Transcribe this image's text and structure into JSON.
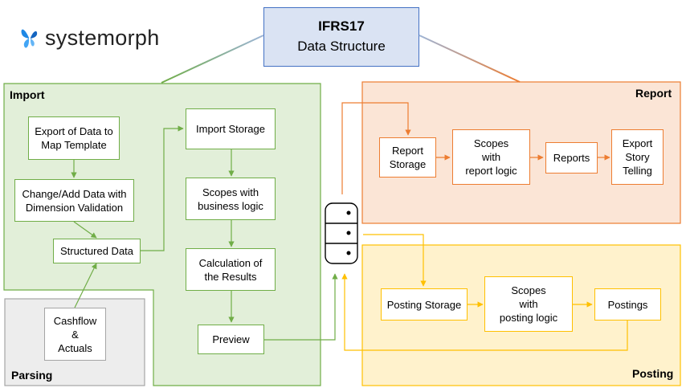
{
  "logo": {
    "text": "systemorph"
  },
  "title": {
    "line1": "IFRS17",
    "line2": "Data Structure"
  },
  "regions": {
    "import": "Import",
    "parsing": "Parsing",
    "report": "Report",
    "posting": "Posting"
  },
  "boxes": {
    "export_map": "Export of Data to\nMap Template",
    "change_add": "Change/Add Data with\nDimension Validation",
    "structured": "Structured Data",
    "cashflow": "Cashflow\n&\nActuals",
    "import_storage": "Import Storage",
    "scopes_business": "Scopes with\nbusiness logic",
    "calculation": "Calculation of\nthe Results",
    "preview": "Preview",
    "report_storage": "Report\nStorage",
    "scopes_report": "Scopes\nwith\nreport logic",
    "reports": "Reports",
    "export_story": "Export\nStory\nTelling",
    "posting_storage": "Posting Storage",
    "scopes_posting": "Scopes\nwith\nposting logic",
    "postings": "Postings"
  },
  "colors": {
    "import": "#70ad47",
    "import_fill": "#e2efd9",
    "parsing": "#a5a5a5",
    "parsing_fill": "#ededed",
    "report": "#ed7d31",
    "report_fill": "#fbe5d6",
    "posting": "#ffc000",
    "posting_fill": "#fff2cc",
    "title_fill": "#dae3f3",
    "title_border": "#4472c4"
  },
  "icons": {
    "logo": "butterfly-icon",
    "database": "database-icon"
  }
}
